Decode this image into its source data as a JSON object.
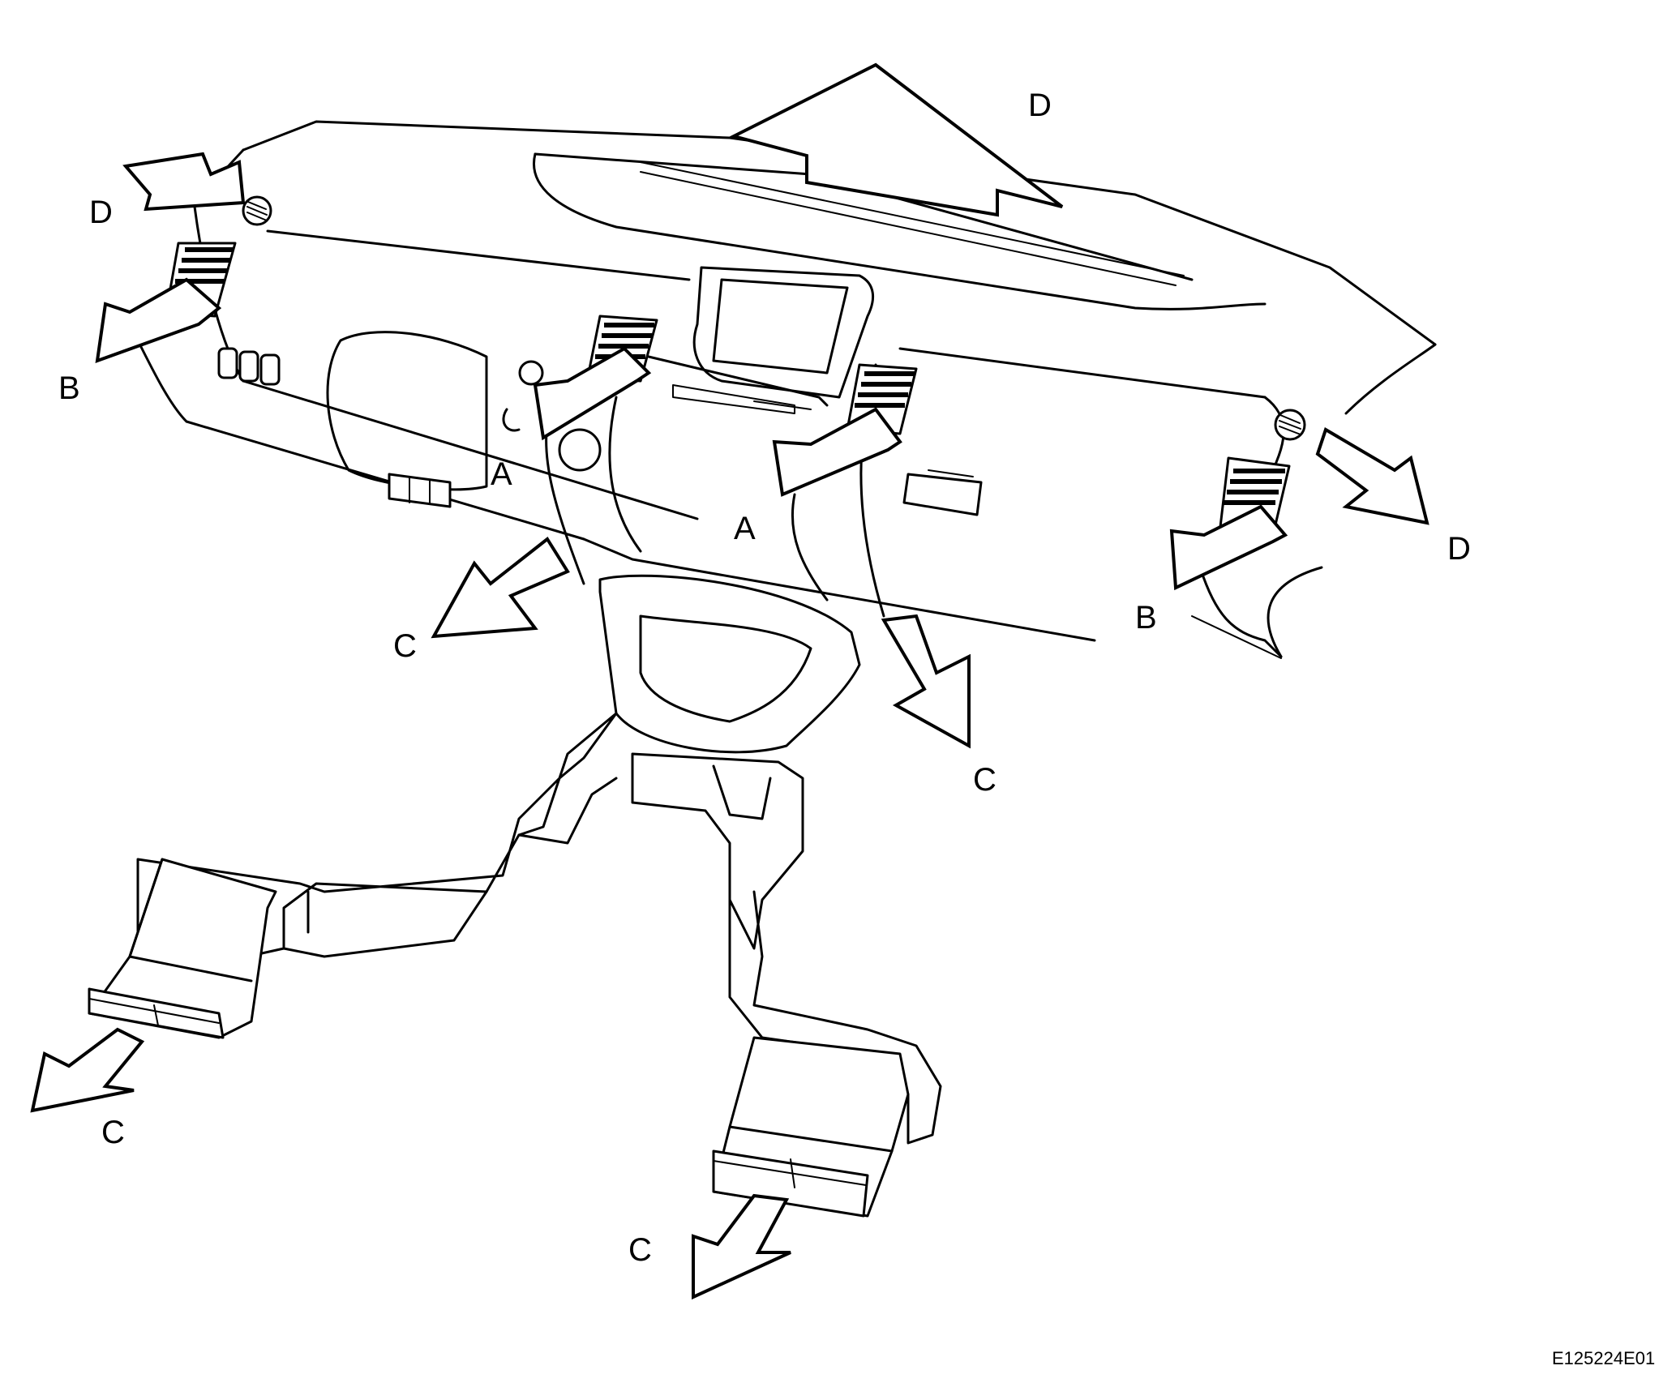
{
  "labels": {
    "A1": "A",
    "A2": "A",
    "B1": "B",
    "B2": "B",
    "C1": "C",
    "C2": "C",
    "C3": "C",
    "C4": "C",
    "D1": "D",
    "D2": "D",
    "D3": "D"
  },
  "reference_code": "E125224E01"
}
